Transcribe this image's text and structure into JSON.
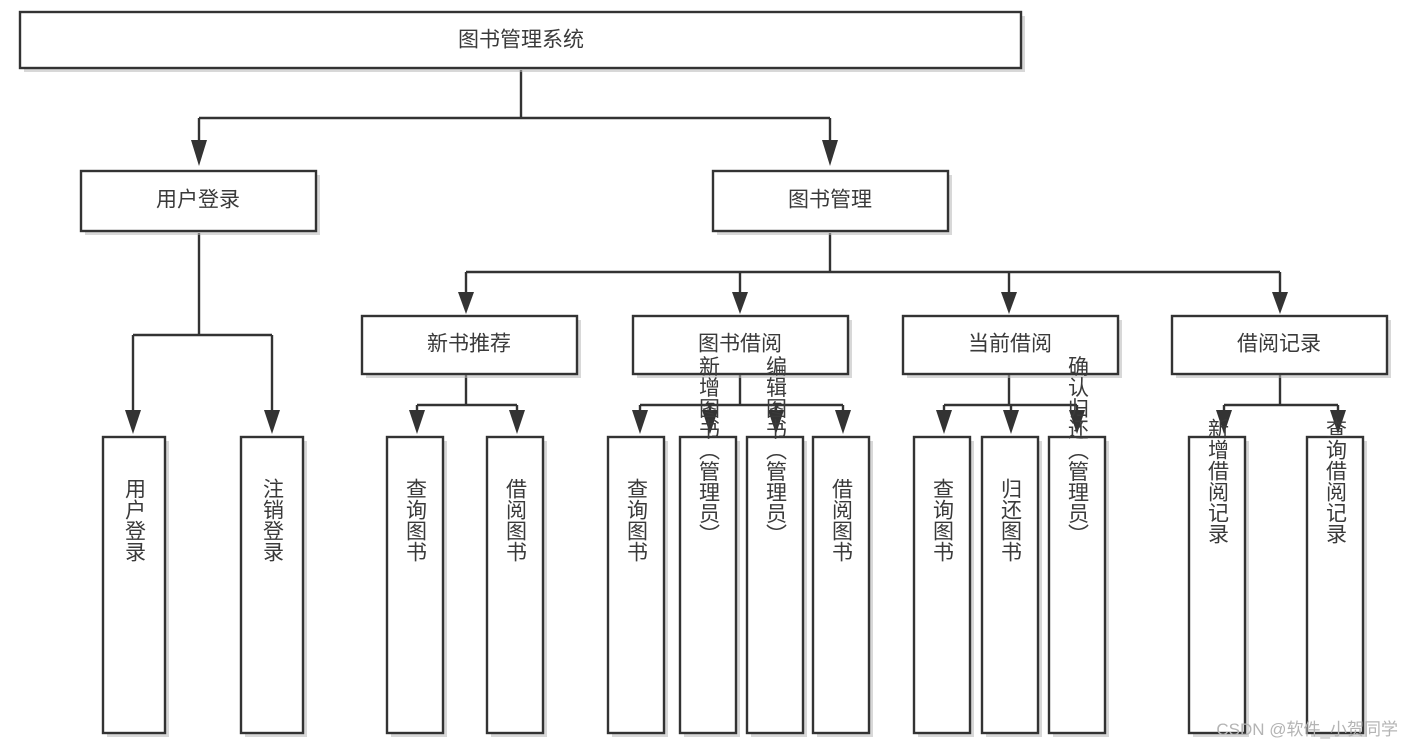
{
  "diagram": {
    "title": "图书管理系统",
    "type": "hierarchy-tree",
    "orientation": "top-down",
    "colors": {
      "stroke": "#333333",
      "fill": "#ffffff",
      "text": "#3a3a3a",
      "shadow": "#b8b8b8",
      "watermark": "#b4b4b4"
    },
    "levels": [
      {
        "level": 0,
        "nodes": [
          {
            "id": "root",
            "label": "图书管理系统",
            "orientation": "horizontal"
          }
        ]
      },
      {
        "level": 1,
        "nodes": [
          {
            "id": "user-login",
            "label": "用户登录",
            "orientation": "horizontal",
            "parent": "root"
          },
          {
            "id": "book-mgmt",
            "label": "图书管理",
            "orientation": "horizontal",
            "parent": "root"
          }
        ]
      },
      {
        "level": 2,
        "nodes": [
          {
            "id": "new-book-rec",
            "label": "新书推荐",
            "orientation": "horizontal",
            "parent": "book-mgmt"
          },
          {
            "id": "book-borrow",
            "label": "图书借阅",
            "orientation": "horizontal",
            "parent": "book-mgmt"
          },
          {
            "id": "current-borrow",
            "label": "当前借阅",
            "orientation": "horizontal",
            "parent": "book-mgmt"
          },
          {
            "id": "borrow-record",
            "label": "借阅记录",
            "orientation": "horizontal",
            "parent": "book-mgmt"
          }
        ]
      },
      {
        "level": 3,
        "nodes": [
          {
            "id": "leaf-user-login",
            "label": "用户登录",
            "orientation": "vertical",
            "parent": "user-login"
          },
          {
            "id": "leaf-logout",
            "label": "注销登录",
            "orientation": "vertical",
            "parent": "user-login"
          },
          {
            "id": "leaf-query-book-1",
            "label": "查询图书",
            "orientation": "vertical",
            "parent": "new-book-rec"
          },
          {
            "id": "leaf-borrow-book-1",
            "label": "借阅图书",
            "orientation": "vertical",
            "parent": "new-book-rec"
          },
          {
            "id": "leaf-query-book-2",
            "label": "查询图书",
            "orientation": "vertical",
            "parent": "book-borrow"
          },
          {
            "id": "leaf-add-book",
            "label": "新增图书（管理员）",
            "orientation": "vertical",
            "parent": "book-borrow"
          },
          {
            "id": "leaf-edit-book",
            "label": "编辑图书（管理员）",
            "orientation": "vertical",
            "parent": "book-borrow"
          },
          {
            "id": "leaf-borrow-book-2",
            "label": "借阅图书",
            "orientation": "vertical",
            "parent": "book-borrow"
          },
          {
            "id": "leaf-query-book-3",
            "label": "查询图书",
            "orientation": "vertical",
            "parent": "current-borrow"
          },
          {
            "id": "leaf-return-book",
            "label": "归还图书",
            "orientation": "vertical",
            "parent": "current-borrow"
          },
          {
            "id": "leaf-confirm-return",
            "label": "确认归还（管理员）",
            "orientation": "vertical",
            "parent": "current-borrow"
          },
          {
            "id": "leaf-add-record",
            "label": "新增借阅记录",
            "orientation": "vertical",
            "parent": "borrow-record"
          },
          {
            "id": "leaf-query-record",
            "label": "查询借阅记录",
            "orientation": "vertical",
            "parent": "borrow-record"
          }
        ]
      }
    ]
  },
  "watermark": {
    "text": "CSDN @软件_小贺同学"
  }
}
